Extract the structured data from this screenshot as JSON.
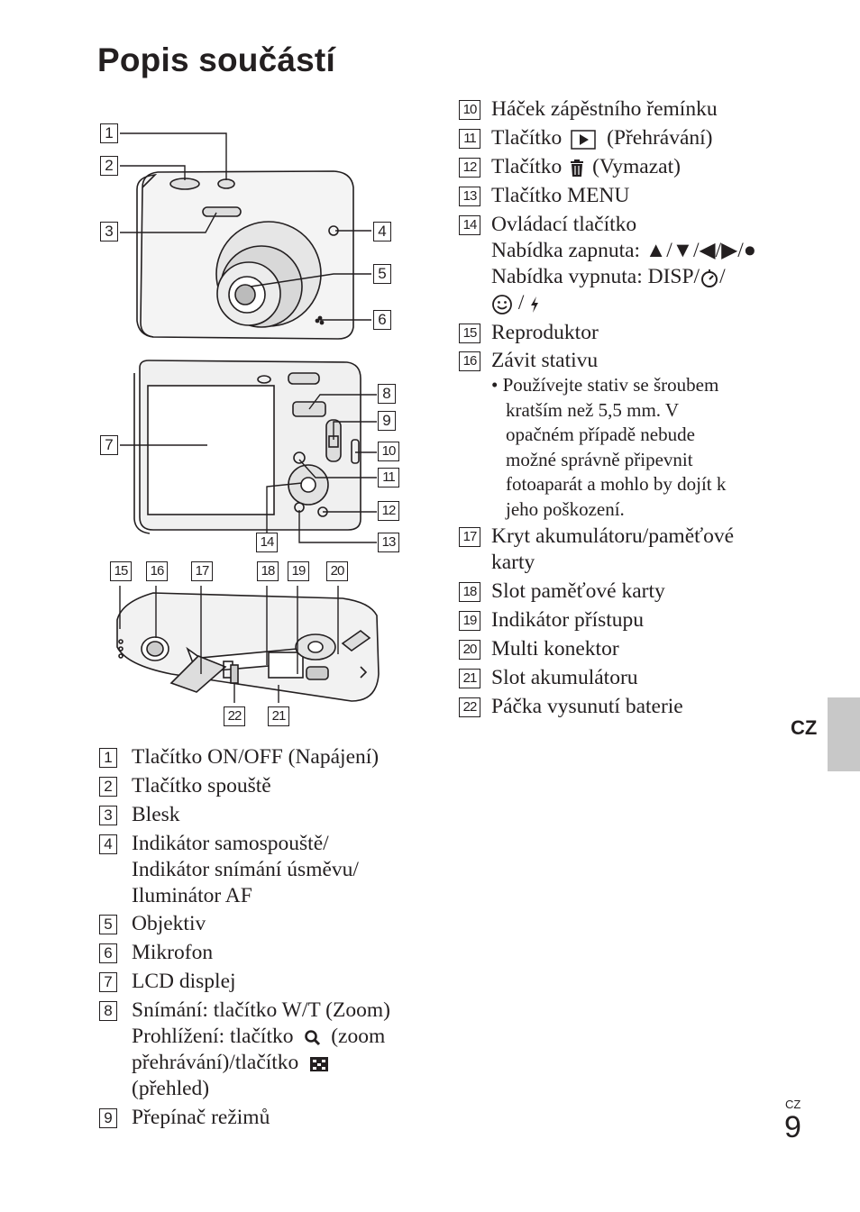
{
  "page": {
    "title": "Popis součástí",
    "side_tab": "CZ",
    "footer_lang": "CZ",
    "page_number": "9"
  },
  "callouts": [
    "1",
    "2",
    "3",
    "4",
    "5",
    "6",
    "7",
    "8",
    "9",
    "10",
    "11",
    "12",
    "13",
    "14",
    "15",
    "16",
    "17",
    "18",
    "19",
    "20",
    "21",
    "22"
  ],
  "left_list": [
    {
      "num": "1",
      "lines": [
        "Tlačítko ON/OFF (Napájení)"
      ]
    },
    {
      "num": "2",
      "lines": [
        "Tlačítko spouště"
      ]
    },
    {
      "num": "3",
      "lines": [
        "Blesk"
      ]
    },
    {
      "num": "4",
      "lines": [
        "Indikátor samospouště/",
        "Indikátor snímání úsměvu/",
        "Iluminátor AF"
      ]
    },
    {
      "num": "5",
      "lines": [
        "Objektiv"
      ]
    },
    {
      "num": "6",
      "lines": [
        "Mikrofon"
      ]
    },
    {
      "num": "7",
      "lines": [
        "LCD displej"
      ]
    },
    {
      "num": "8",
      "lines": [
        "Snímání: tlačítko W/T (Zoom)"
      ],
      "line2a": "Prohlížení: tlačítko",
      "line2b": "(zoom",
      "line3a": "přehrávání)/tlačítko",
      "line4": "(přehled)",
      "zoom_icon": "magnifier-icon",
      "index_icon": "index-grid-icon"
    },
    {
      "num": "9",
      "lines": [
        "Přepínač režimů"
      ]
    }
  ],
  "right_list": [
    {
      "num": "10",
      "text": "Háček zápěstního řemínku"
    },
    {
      "num": "11",
      "text_a": "Tlačítko",
      "text_b": "(Přehrávání)",
      "icon": "play-icon"
    },
    {
      "num": "12",
      "text_a": "Tlačítko",
      "text_b": "(Vymazat)",
      "icon": "trash-icon"
    },
    {
      "num": "13",
      "text": "Tlačítko MENU"
    },
    {
      "num": "14",
      "text": "Ovládací tlačítko",
      "line2": "Nabídka zapnuta: ▲/▼/◀/▶/●",
      "line3a": "Nabídka vypnuta: DISP/",
      "line3b": "/",
      "line4b": "/",
      "icons": [
        "self-timer-icon",
        "smile-icon",
        "flash-icon"
      ]
    },
    {
      "num": "15",
      "text": "Reproduktor"
    },
    {
      "num": "16",
      "text": "Závit stativu",
      "bullet": [
        "• Používejte stativ se šroubem",
        "kratším než 5,5 mm. V",
        "opačném případě nebude",
        "možné správně připevnit",
        "fotoaparát a mohlo by dojít k",
        "jeho poškození."
      ]
    },
    {
      "num": "17",
      "text": "Kryt akumulátoru/paměťové",
      "line2": "karty"
    },
    {
      "num": "18",
      "text": "Slot paměťové karty"
    },
    {
      "num": "19",
      "text": "Indikátor přístupu"
    },
    {
      "num": "20",
      "text": "Multi konektor"
    },
    {
      "num": "21",
      "text": "Slot akumulátoru"
    },
    {
      "num": "22",
      "text": "Páčka vysunutí baterie"
    }
  ],
  "colors": {
    "ink": "#231f20",
    "tab_gray": "#c8c8c8"
  }
}
